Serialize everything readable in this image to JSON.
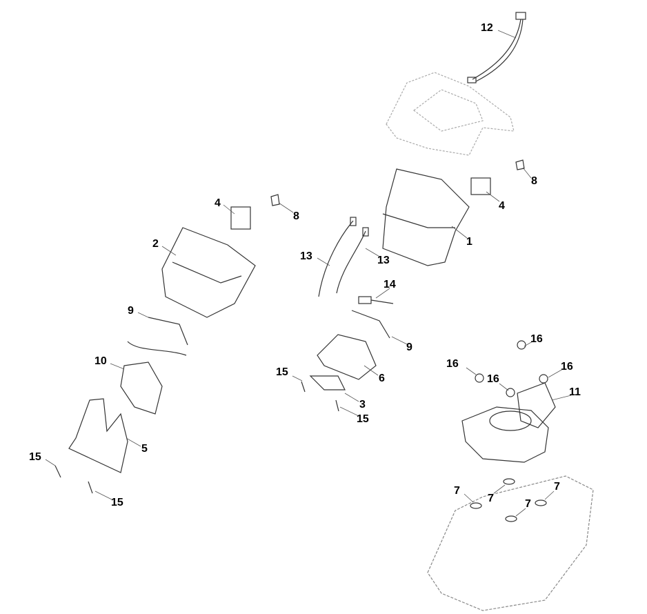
{
  "diagram": {
    "labels": {
      "l12": "12",
      "l8a": "8",
      "l4a": "4",
      "l1": "1",
      "l4b": "4",
      "l8b": "8",
      "l2": "2",
      "l13a": "13",
      "l13b": "13",
      "l14": "14",
      "l9a": "9",
      "l9b": "9",
      "l10": "10",
      "l6": "6",
      "l15a": "15",
      "l3": "3",
      "l15b": "15",
      "l16a": "16",
      "l16b": "16",
      "l16c": "16",
      "l16d": "16",
      "l11": "11",
      "l5": "5",
      "l15c": "15",
      "l15d": "15",
      "l7a": "7",
      "l7b": "7",
      "l7c": "7",
      "l7d": "7"
    }
  }
}
